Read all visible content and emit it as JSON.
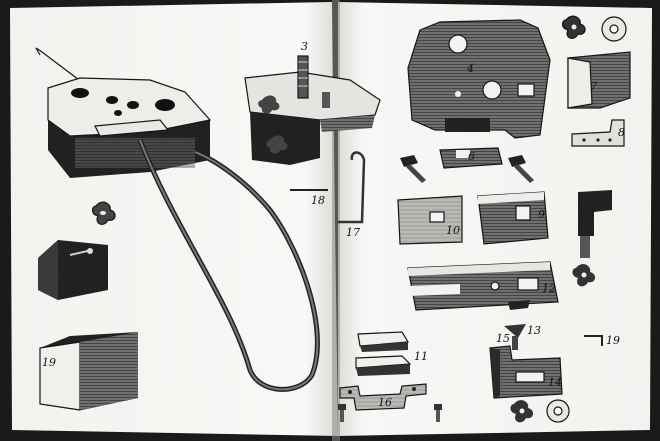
{
  "plate": {
    "labels": [
      "3",
      "4",
      "6",
      "7",
      "8",
      "9",
      "10",
      "11",
      "12",
      "13",
      "14",
      "15",
      "16",
      "17",
      "18",
      "19",
      "19"
    ]
  }
}
